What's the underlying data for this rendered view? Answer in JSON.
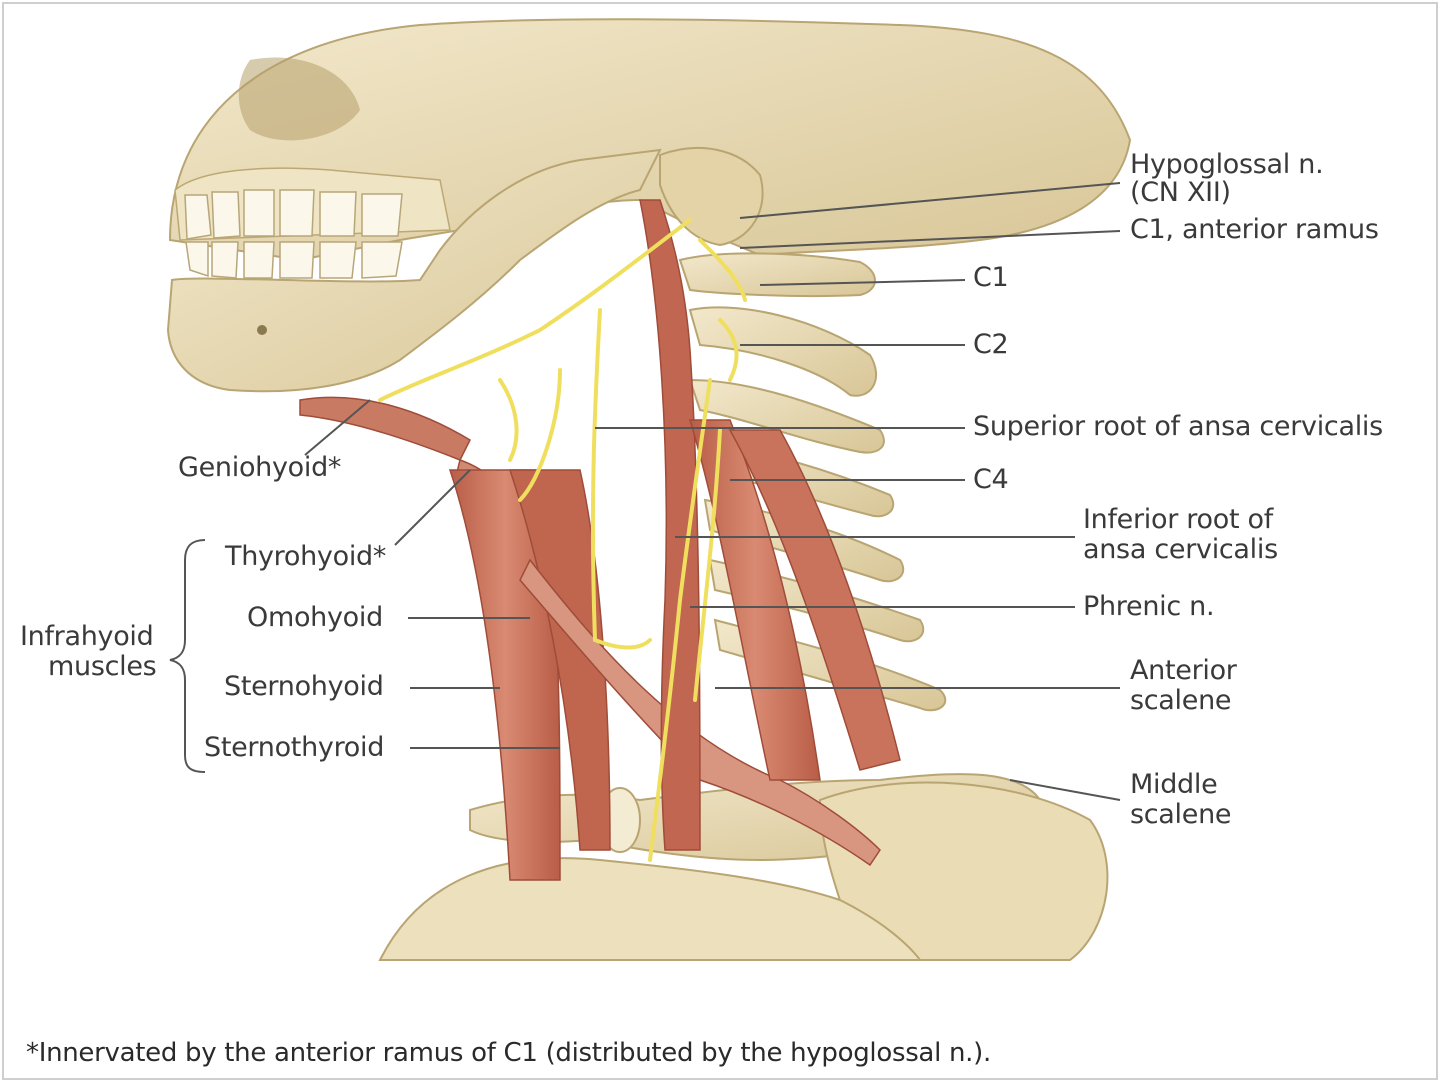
{
  "labels": {
    "hypoglossal_line1": "Hypoglossal n.",
    "hypoglossal_line2": "(CN XII)",
    "c1_anterior_ramus": "C1, anterior ramus",
    "c1": "C1",
    "c2": "C2",
    "superior_root": "Superior root of ansa cervicalis",
    "c4": "C4",
    "inferior_root_line1": "Inferior root of",
    "inferior_root_line2": "ansa cervicalis",
    "phrenic": "Phrenic n.",
    "anterior_scalene_line1": "Anterior",
    "anterior_scalene_line2": "scalene",
    "middle_scalene_line1": "Middle",
    "middle_scalene_line2": "scalene",
    "geniohyoid": "Geniohyoid*",
    "thyrohyoid": "Thyrohyoid*",
    "omohyoid": "Omohyoid",
    "sternohyoid": "Sternohyoid",
    "sternothyroid": "Sternothyroid",
    "infrahyoid_line1": "Infrahyoid",
    "infrahyoid_line2": "muscles"
  },
  "footnote": "*Innervated by the anterior ramus of C1 (distributed by the hypoglossal n.).",
  "colors": {
    "bone": "#e9dcb8",
    "bone_shadow": "#c9b583",
    "muscle": "#c9735c",
    "muscle_dark": "#a9543f",
    "nerve": "#f1e36a",
    "leader": "#555555",
    "border": "#cccccc"
  }
}
